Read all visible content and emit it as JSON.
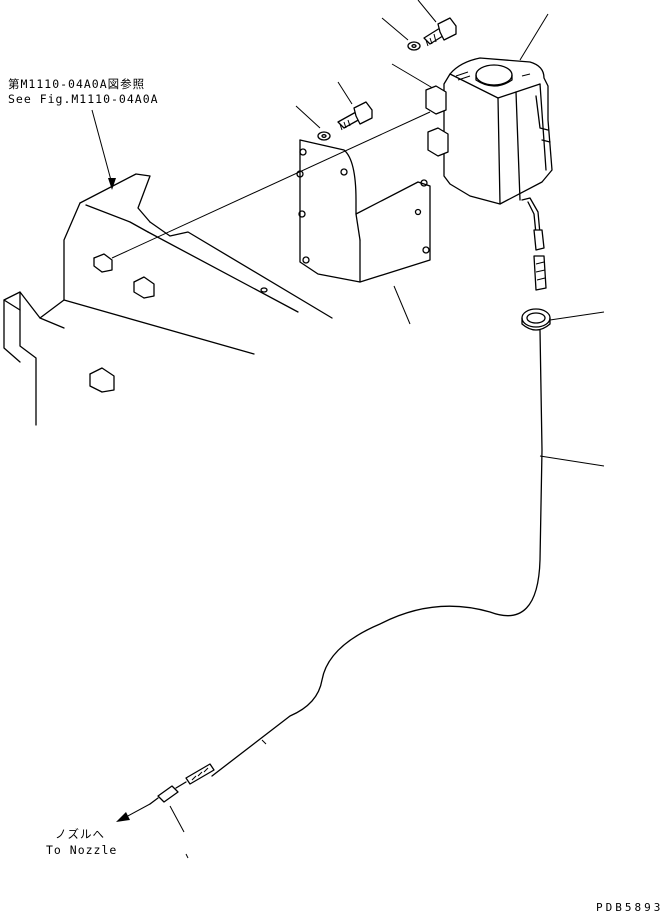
{
  "ref_label": {
    "jp": "第M1110-04A0A図参照",
    "en": "See Fig.M1110-04A0A"
  },
  "nozzle_label": {
    "jp": "ノズルへ",
    "en": "To Nozzle"
  },
  "drawing_code": "PDB5893"
}
